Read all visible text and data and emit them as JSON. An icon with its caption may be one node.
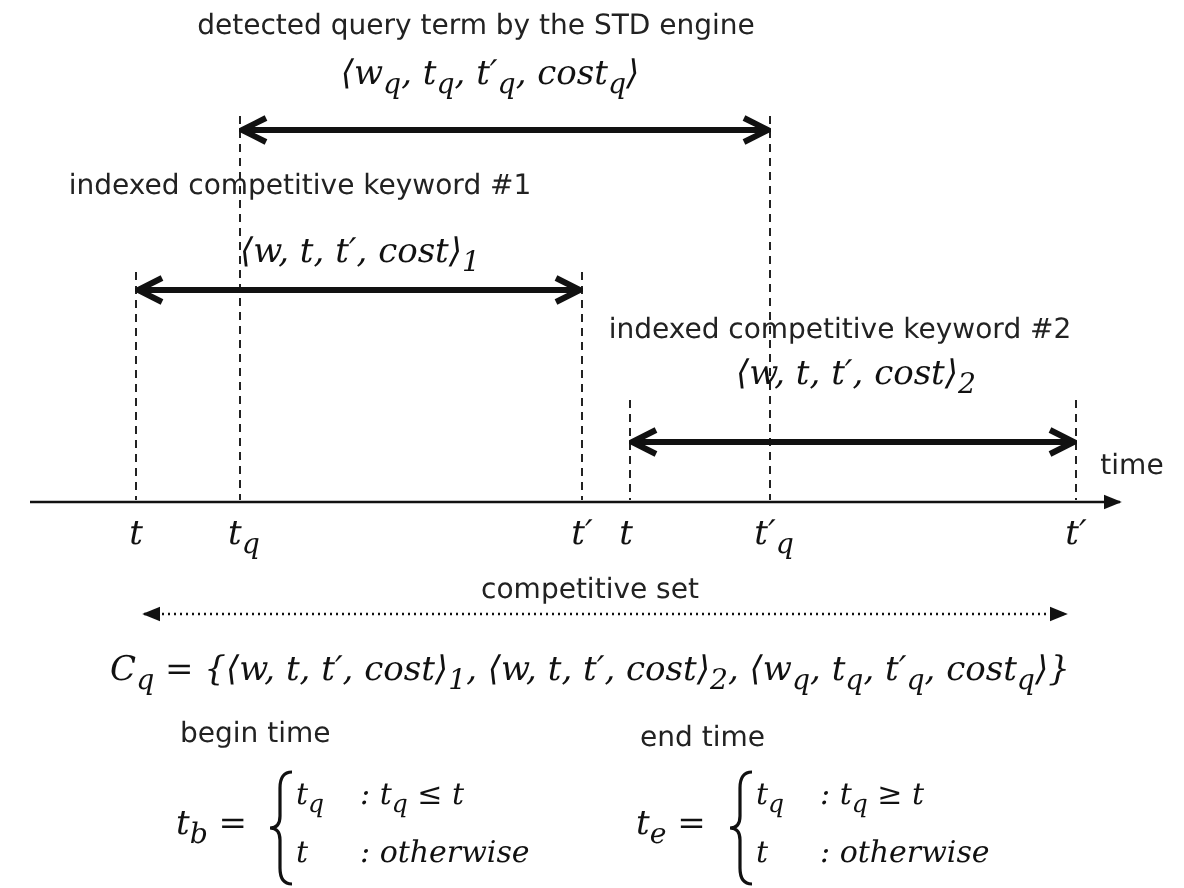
{
  "diagram": {
    "labels": [
      "detected query term by the STD engine",
      "⟨w$_{q}$, t$_{q}$, t′$_{q}$, cost$_{q}$⟩",
      "indexed competitive keyword #1",
      "⟨w, t, t′, cost⟩$_{1}$",
      "indexed competitive keyword #2",
      "⟨w, t, t′, cost⟩$_{2}$",
      "time",
      "t",
      "t$_{q}$",
      "t′",
      "t",
      "t′$_{q}$",
      "t′",
      "competitive set",
      "C$_{q}$ = {⟨w, t, t′, cost⟩$_{1}$, ⟨w, t, t′, cost⟩$_{2}$, ⟨w$_{q}$, t$_{q}$, t′$_{q}$, cost$_{q}$⟩}",
      "begin time",
      "end time",
      "t$_{b}$ =",
      "t$_{q}$",
      ": t$_{q}$ ≤ t",
      "t",
      ": otherwise",
      "t$_{e}$ =",
      "t$_{q}$",
      ": t$_{q}$ ≥ t",
      "t",
      ": otherwise"
    ]
  }
}
